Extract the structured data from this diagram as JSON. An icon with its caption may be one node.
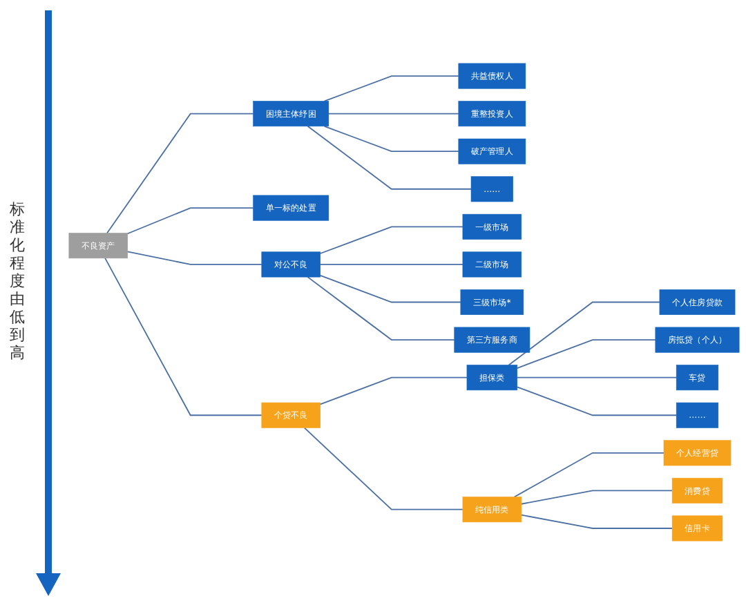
{
  "diagram": {
    "nodes": [
      {
        "text": [
          "不良资产"
        ]
      },
      {
        "text": [
          "困境主体纾困"
        ]
      },
      {
        "text": [
          "单一标的处置"
        ]
      },
      {
        "text": [
          "对公不良"
        ]
      },
      {
        "text": [
          "个贷不良"
        ]
      },
      {
        "text": [
          "共益债权人"
        ]
      },
      {
        "text": [
          "重整投资人"
        ]
      },
      {
        "text": [
          "破产管理人"
        ]
      },
      {
        "text": [
          "……"
        ]
      },
      {
        "text": [
          "一级市场"
        ]
      },
      {
        "text": [
          "二级市场"
        ]
      },
      {
        "text": [
          "三级市场*"
        ]
      },
      {
        "text": [
          "第三方服务商"
        ]
      },
      {
        "text": [
          "担保类"
        ]
      },
      {
        "text": [
          "纯信用类"
        ]
      },
      {
        "text": [
          "个人住房贷款"
        ]
      },
      {
        "text": [
          "房抵贷（个人）"
        ]
      },
      {
        "text": [
          "车贷"
        ]
      },
      {
        "text": [
          "……"
        ]
      },
      {
        "text": [
          "个人经营贷"
        ]
      },
      {
        "text": [
          "消费贷"
        ]
      },
      {
        "text": [
          "信用卡"
        ]
      }
    ],
    "edges": [
      {
        "from": 0,
        "to": 1,
        "arrow": "none"
      },
      {
        "from": 0,
        "to": 2,
        "arrow": "none"
      },
      {
        "from": 0,
        "to": 3,
        "arrow": "none"
      },
      {
        "from": 0,
        "to": 4,
        "arrow": "none"
      },
      {
        "from": 1,
        "to": 5,
        "arrow": "none"
      },
      {
        "from": 1,
        "to": 6,
        "arrow": "none"
      },
      {
        "from": 1,
        "to": 7,
        "arrow": "none"
      },
      {
        "from": 1,
        "to": 8,
        "arrow": "none"
      },
      {
        "from": 3,
        "to": 9,
        "arrow": "none"
      },
      {
        "from": 3,
        "to": 10,
        "arrow": "none"
      },
      {
        "from": 3,
        "to": 11,
        "arrow": "none"
      },
      {
        "from": 3,
        "to": 12,
        "arrow": "none"
      },
      {
        "from": 4,
        "to": 13,
        "arrow": "none"
      },
      {
        "from": 4,
        "to": 14,
        "arrow": "none"
      },
      {
        "from": 13,
        "to": 15,
        "arrow": "none"
      },
      {
        "from": 13,
        "to": 16,
        "arrow": "none"
      },
      {
        "from": 13,
        "to": 17,
        "arrow": "none"
      },
      {
        "from": 13,
        "to": 18,
        "arrow": "none"
      },
      {
        "from": 14,
        "to": 19,
        "arrow": "none"
      },
      {
        "from": 14,
        "to": 20,
        "arrow": "none"
      },
      {
        "from": 14,
        "to": 21,
        "arrow": "none"
      }
    ],
    "labels": [
      "标准化程度由低到高"
    ]
  }
}
